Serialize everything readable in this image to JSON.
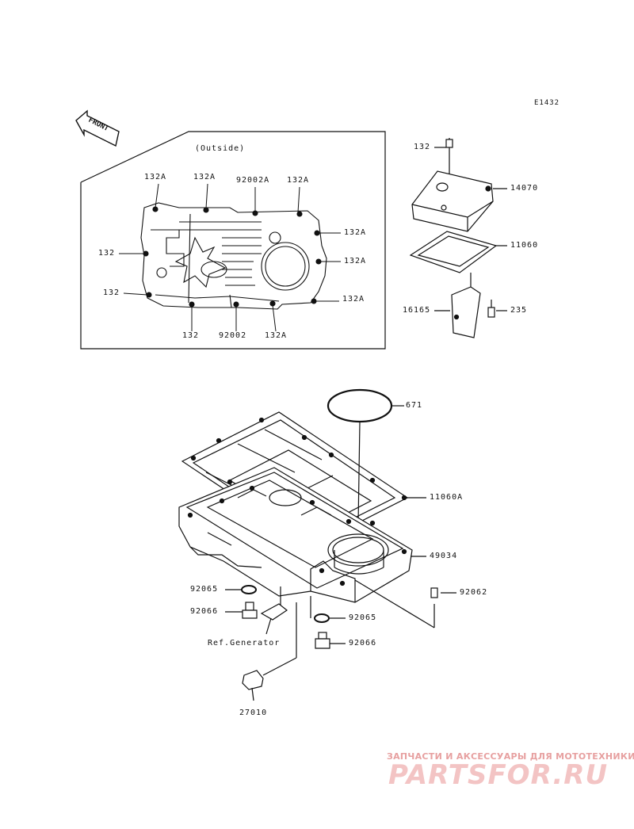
{
  "diagram_code": "E1432",
  "front_label": "FRONT",
  "inset": {
    "title": "(Outside)",
    "labels": {
      "a1": "132A",
      "a2": "132A",
      "a3": "92002A",
      "a4": "132A",
      "a5": "132A",
      "a6": "132",
      "a7": "132A",
      "a8": "132",
      "a9": "132A",
      "a10": "132",
      "a11": "92002",
      "a12": "132A"
    }
  },
  "cover": {
    "labels": {
      "bolt": "132",
      "cover": "14070",
      "gasket": "11060",
      "bracket": "16165",
      "screw": "235"
    }
  },
  "oilpan": {
    "labels": {
      "oring": "671",
      "gasket": "11060A",
      "pan": "49034",
      "washer1": "92065",
      "plug1": "92066",
      "ref": "Ref.Generator",
      "switch": "27010",
      "plug3": "92062",
      "washer2": "92065",
      "plug2": "92066"
    }
  },
  "watermark": {
    "tagline": "ЗАПЧАСТИ И АКСЕССУАРЫ ДЛЯ МОТОТЕХНИКИ",
    "logo": "PARTSFOR.RU"
  }
}
